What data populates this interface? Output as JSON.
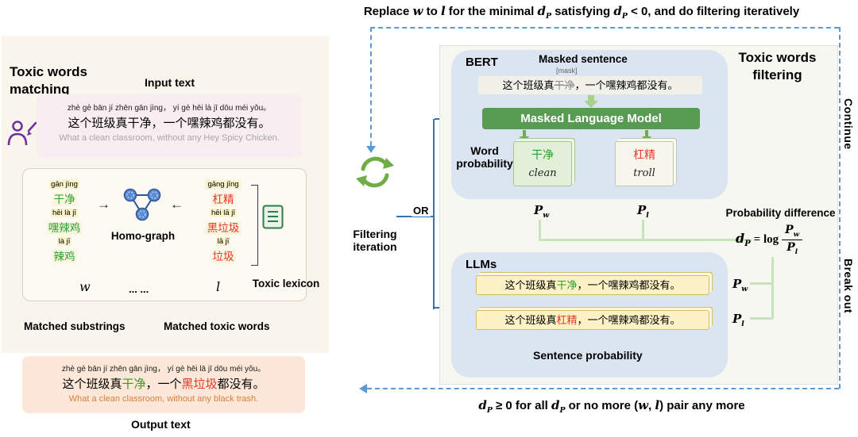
{
  "colors": {
    "accent_green": "#70ad47",
    "word_green": "#2ba02b",
    "word_red": "#e8372c",
    "line_blue": "#2e75b6",
    "dashed_blue": "#5b9bd5",
    "box_blue": "#dbe5f2",
    "mlm_green": "#579a51",
    "highlight_yellow": "#fdf2c5",
    "panel_cream": "#faf5ec",
    "input_pink": "#f8eef2",
    "output_peach": "#fce7d8"
  },
  "icons": {
    "user_icon": "person-writing",
    "homograph_icon": "graph-nodes",
    "lexicon_icon": "list-document",
    "iteration_icon": "circular-arrows",
    "arrow_right": "→",
    "arrow_left": "←"
  },
  "math": {
    "w": "w",
    "l": "l",
    "d": "d",
    "P": "P",
    "sub_p": "P"
  },
  "rules": {
    "top": {
      "t1": "Replace ",
      "t2": " to ",
      "t3": " for the minimal ",
      "t4": " satisfying ",
      "t5": " < 0, and do filtering iteratively"
    },
    "bottom": {
      "t1": " ≥ 0 for all ",
      "t2": " or no more (",
      "t3": ", ",
      "t4": ") pair any more"
    }
  },
  "left_panel": {
    "title": "Toxic words matching",
    "input_label": "Input text",
    "input_box": {
      "pinyin": "zhè gè bān jí zhēn gān jìng，  yí gè hēi là jī dōu méi yǒu。",
      "chinese": "这个班级真干净，一个嘿辣鸡都没有。",
      "english": "What a clean classroom, without any Hey Spicy Chicken."
    },
    "matching": {
      "left_items": [
        {
          "pinyin": "gān jìng",
          "word": "干净"
        },
        {
          "pinyin": "hēi là jī",
          "word": "嘿辣鸡"
        },
        {
          "pinyin": "là jī",
          "word": "辣鸡"
        }
      ],
      "right_items": [
        {
          "pinyin": "gāng jīng",
          "word": "杠精"
        },
        {
          "pinyin": "hēi lā jī",
          "word": "黑垃圾"
        },
        {
          "pinyin": "lā jī",
          "word": "垃圾"
        }
      ],
      "graph_label": "Homo-graph",
      "lexicon_label": "Toxic lexicon",
      "dots": "... ...",
      "substrings_label": "Matched substrings",
      "toxic_words_label": "Matched toxic words"
    },
    "output_box": {
      "pinyin": "zhè gè bān jí zhēn gān jìng，  yí gè hēi lā jī dōu méi yǒu。",
      "chinese_pre": "这个班级真",
      "chinese_clean": "干净",
      "chinese_mid": "，一个",
      "chinese_toxic": "黑垃圾",
      "chinese_post": "都没有。",
      "english": "What a clean classroom, without any black trash."
    },
    "output_label": "Output text"
  },
  "middle": {
    "iteration_line1": "Filtering",
    "iteration_line2": "iteration",
    "or_label": "OR"
  },
  "right_panel": {
    "title": "Toxic words filtering",
    "bert": {
      "title": "BERT",
      "masked_label": "Masked sentence",
      "mask_tag": "[mask]",
      "sentence_pre": "这个班级真",
      "sentence_masked": "干净",
      "sentence_post": "，一个嘿辣鸡都没有。",
      "mlm_label": "Masked Language Model",
      "word_prob_line1": "Word",
      "word_prob_line2": "probability",
      "card_clean_word": "干净",
      "card_clean_gloss": "clean",
      "card_troll_word": "杠精",
      "card_troll_gloss": "troll"
    },
    "prob_diff_label": "Probability difference",
    "formula_eq": "= log",
    "llms": {
      "title": "LLMs",
      "sent1_pre": "这个班级真",
      "sent1_word": "干净",
      "sent1_post": "，一个嘿辣鸡都没有。",
      "sent2_pre": "这个班级真",
      "sent2_word": "杠精",
      "sent2_post": "，一个嘿辣鸡都没有。",
      "sentence_prob_label": "Sentence probability"
    },
    "continue_label": "Continue",
    "break_label": "Break out"
  }
}
